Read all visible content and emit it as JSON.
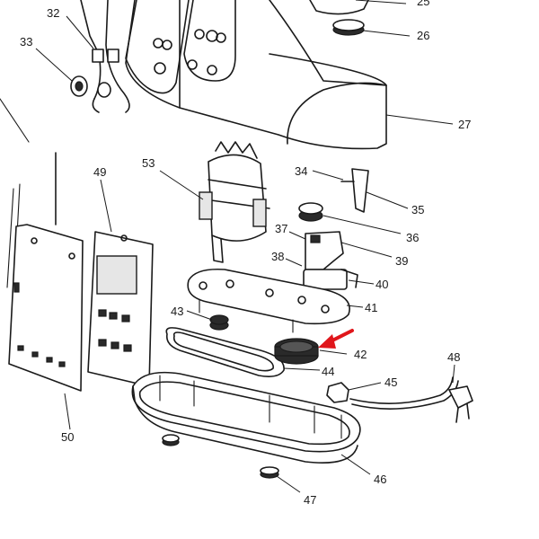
{
  "labels": {
    "l25": "25",
    "l26": "26",
    "l27": "27",
    "l32": "32",
    "l33": "33",
    "l34": "34",
    "l35": "35",
    "l36": "36",
    "l37": "37",
    "l38": "38",
    "l39": "39",
    "l40": "40",
    "l41": "41",
    "l42": "42",
    "l43": "43",
    "l44": "44",
    "l45": "45",
    "l46": "46",
    "l47": "47",
    "l48": "48",
    "l49": "49",
    "l50": "50",
    "l53": "53"
  },
  "colors": {
    "ink": "#1a1a1a",
    "highlight_arrow": "#e0161b",
    "paper": "#ffffff"
  }
}
